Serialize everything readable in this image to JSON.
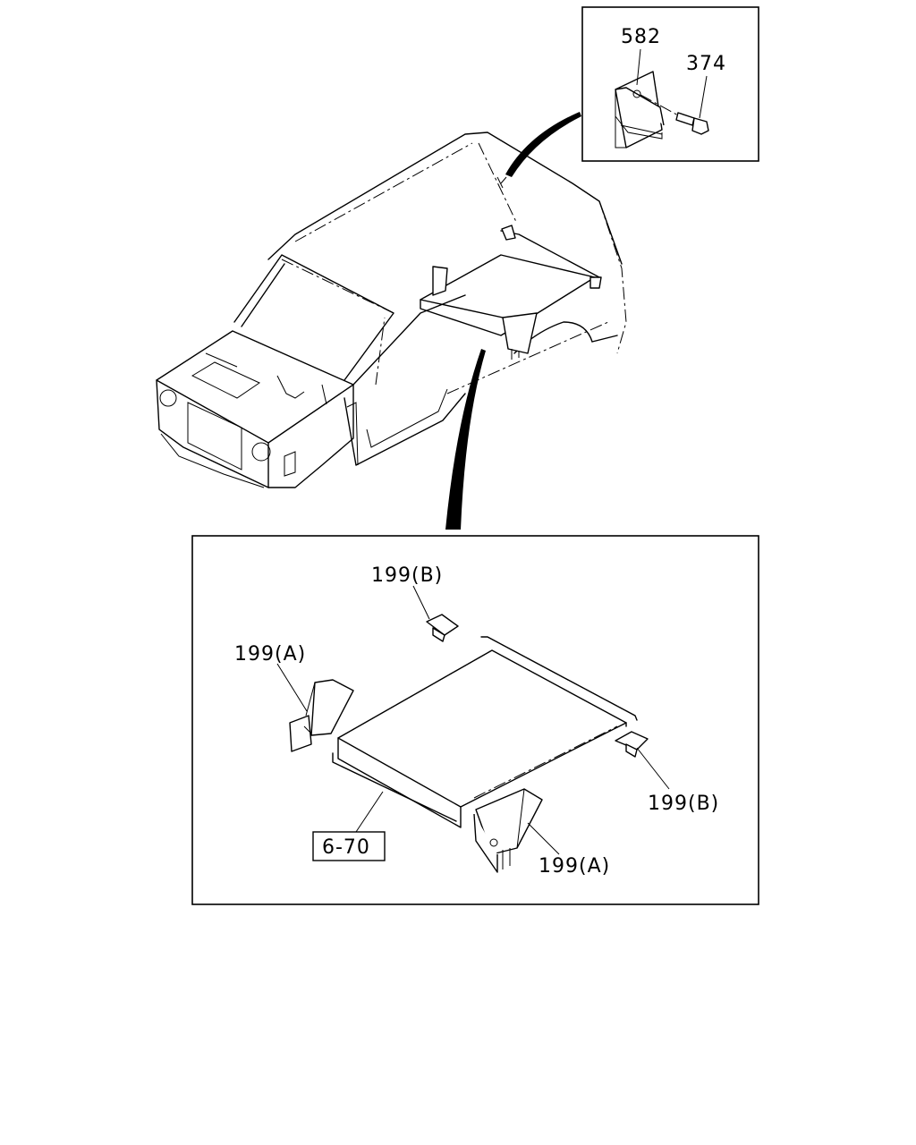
{
  "callouts": {
    "bracket": "582",
    "bolt": "374",
    "upper_bracket_rear": "199(B)",
    "left_support_rear": "199(A)",
    "right_bracket_front": "199(B)",
    "right_support_front": "199(A)",
    "reference": "6-70"
  },
  "icons": {
    "vehicle_body": "vehicle-body-icon",
    "bracket": "bracket-icon",
    "bolt": "bolt-icon",
    "shelf_panel": "shelf-panel-icon"
  }
}
